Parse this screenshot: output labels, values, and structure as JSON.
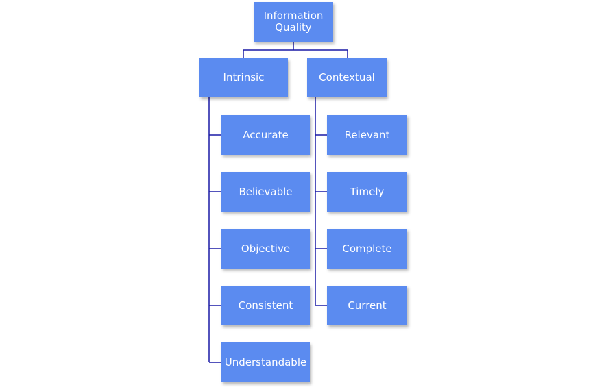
{
  "colors": {
    "box_fill": "#5b8bf0",
    "box_text": "#ffffff",
    "connector": "#1a1aa6"
  },
  "diagram": {
    "root": {
      "label": "Information\nQuality"
    },
    "branches": [
      {
        "label": "Intrinsic",
        "children": [
          "Accurate",
          "Believable",
          "Objective",
          "Consistent",
          "Understandable"
        ]
      },
      {
        "label": "Contextual",
        "children": [
          "Relevant",
          "Timely",
          "Complete",
          "Current"
        ]
      }
    ]
  }
}
